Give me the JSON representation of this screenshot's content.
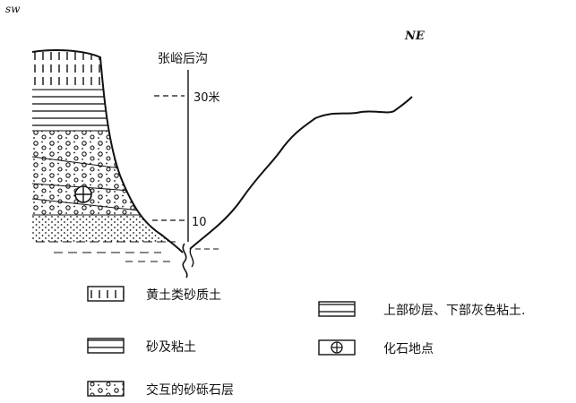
{
  "figure": {
    "orientation": {
      "left": "sw",
      "right": "NE"
    },
    "locality": "张峪后沟",
    "scale_marks": {
      "upper": "30米",
      "lower": "10"
    },
    "legend": [
      {
        "id": "loess",
        "label": "黄土类砂质土"
      },
      {
        "id": "sand-clay",
        "label": "砂及粘土"
      },
      {
        "id": "gravel",
        "label": "交互的砂砾石层"
      },
      {
        "id": "upper-sand",
        "label": "上部砂层、下部灰色粘土."
      },
      {
        "id": "fossil",
        "label": "化石地点"
      }
    ]
  }
}
